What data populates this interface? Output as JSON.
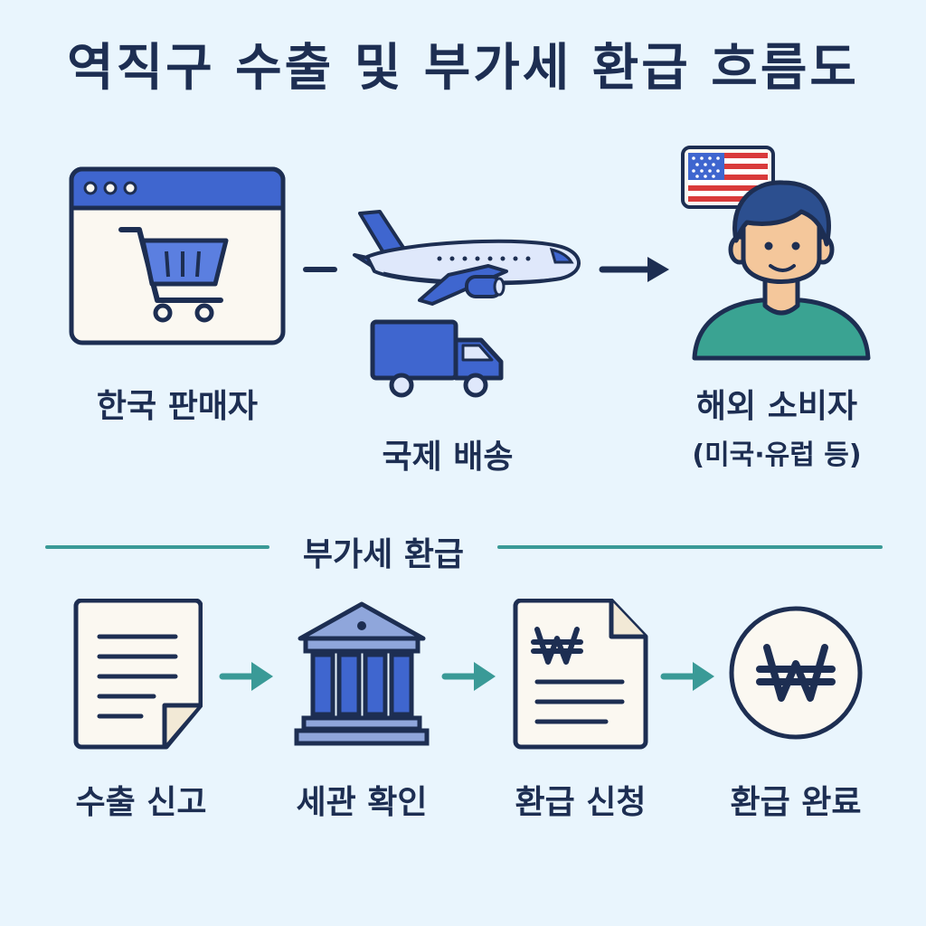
{
  "title": "역직구 수출 및 부가세 환급 흐름도",
  "flow_top": {
    "seller": {
      "label": "한국 판매자",
      "icon": "browser-shopping-cart-icon"
    },
    "shipping": {
      "label": "국제 배송",
      "icons": [
        "airplane-icon",
        "truck-icon"
      ]
    },
    "consumer": {
      "label": "해외 소비자",
      "sublabel": "(미국·유럽 등)",
      "icons": [
        "us-flag-icon",
        "person-icon"
      ]
    }
  },
  "section_divider": {
    "label": "부가세 환급"
  },
  "flow_bottom": {
    "steps": [
      {
        "label": "수출 신고",
        "icon": "document-icon"
      },
      {
        "label": "세관 확인",
        "icon": "customs-building-icon"
      },
      {
        "label": "환급 신청",
        "icon": "won-document-icon"
      },
      {
        "label": "환급 완료",
        "icon": "won-coin-icon"
      }
    ]
  },
  "colors": {
    "background": "#e9f5fd",
    "navy": "#1d2e52",
    "blue": "#3f66cf",
    "teal": "#3a9a97",
    "paper": "#fbf8f1"
  }
}
